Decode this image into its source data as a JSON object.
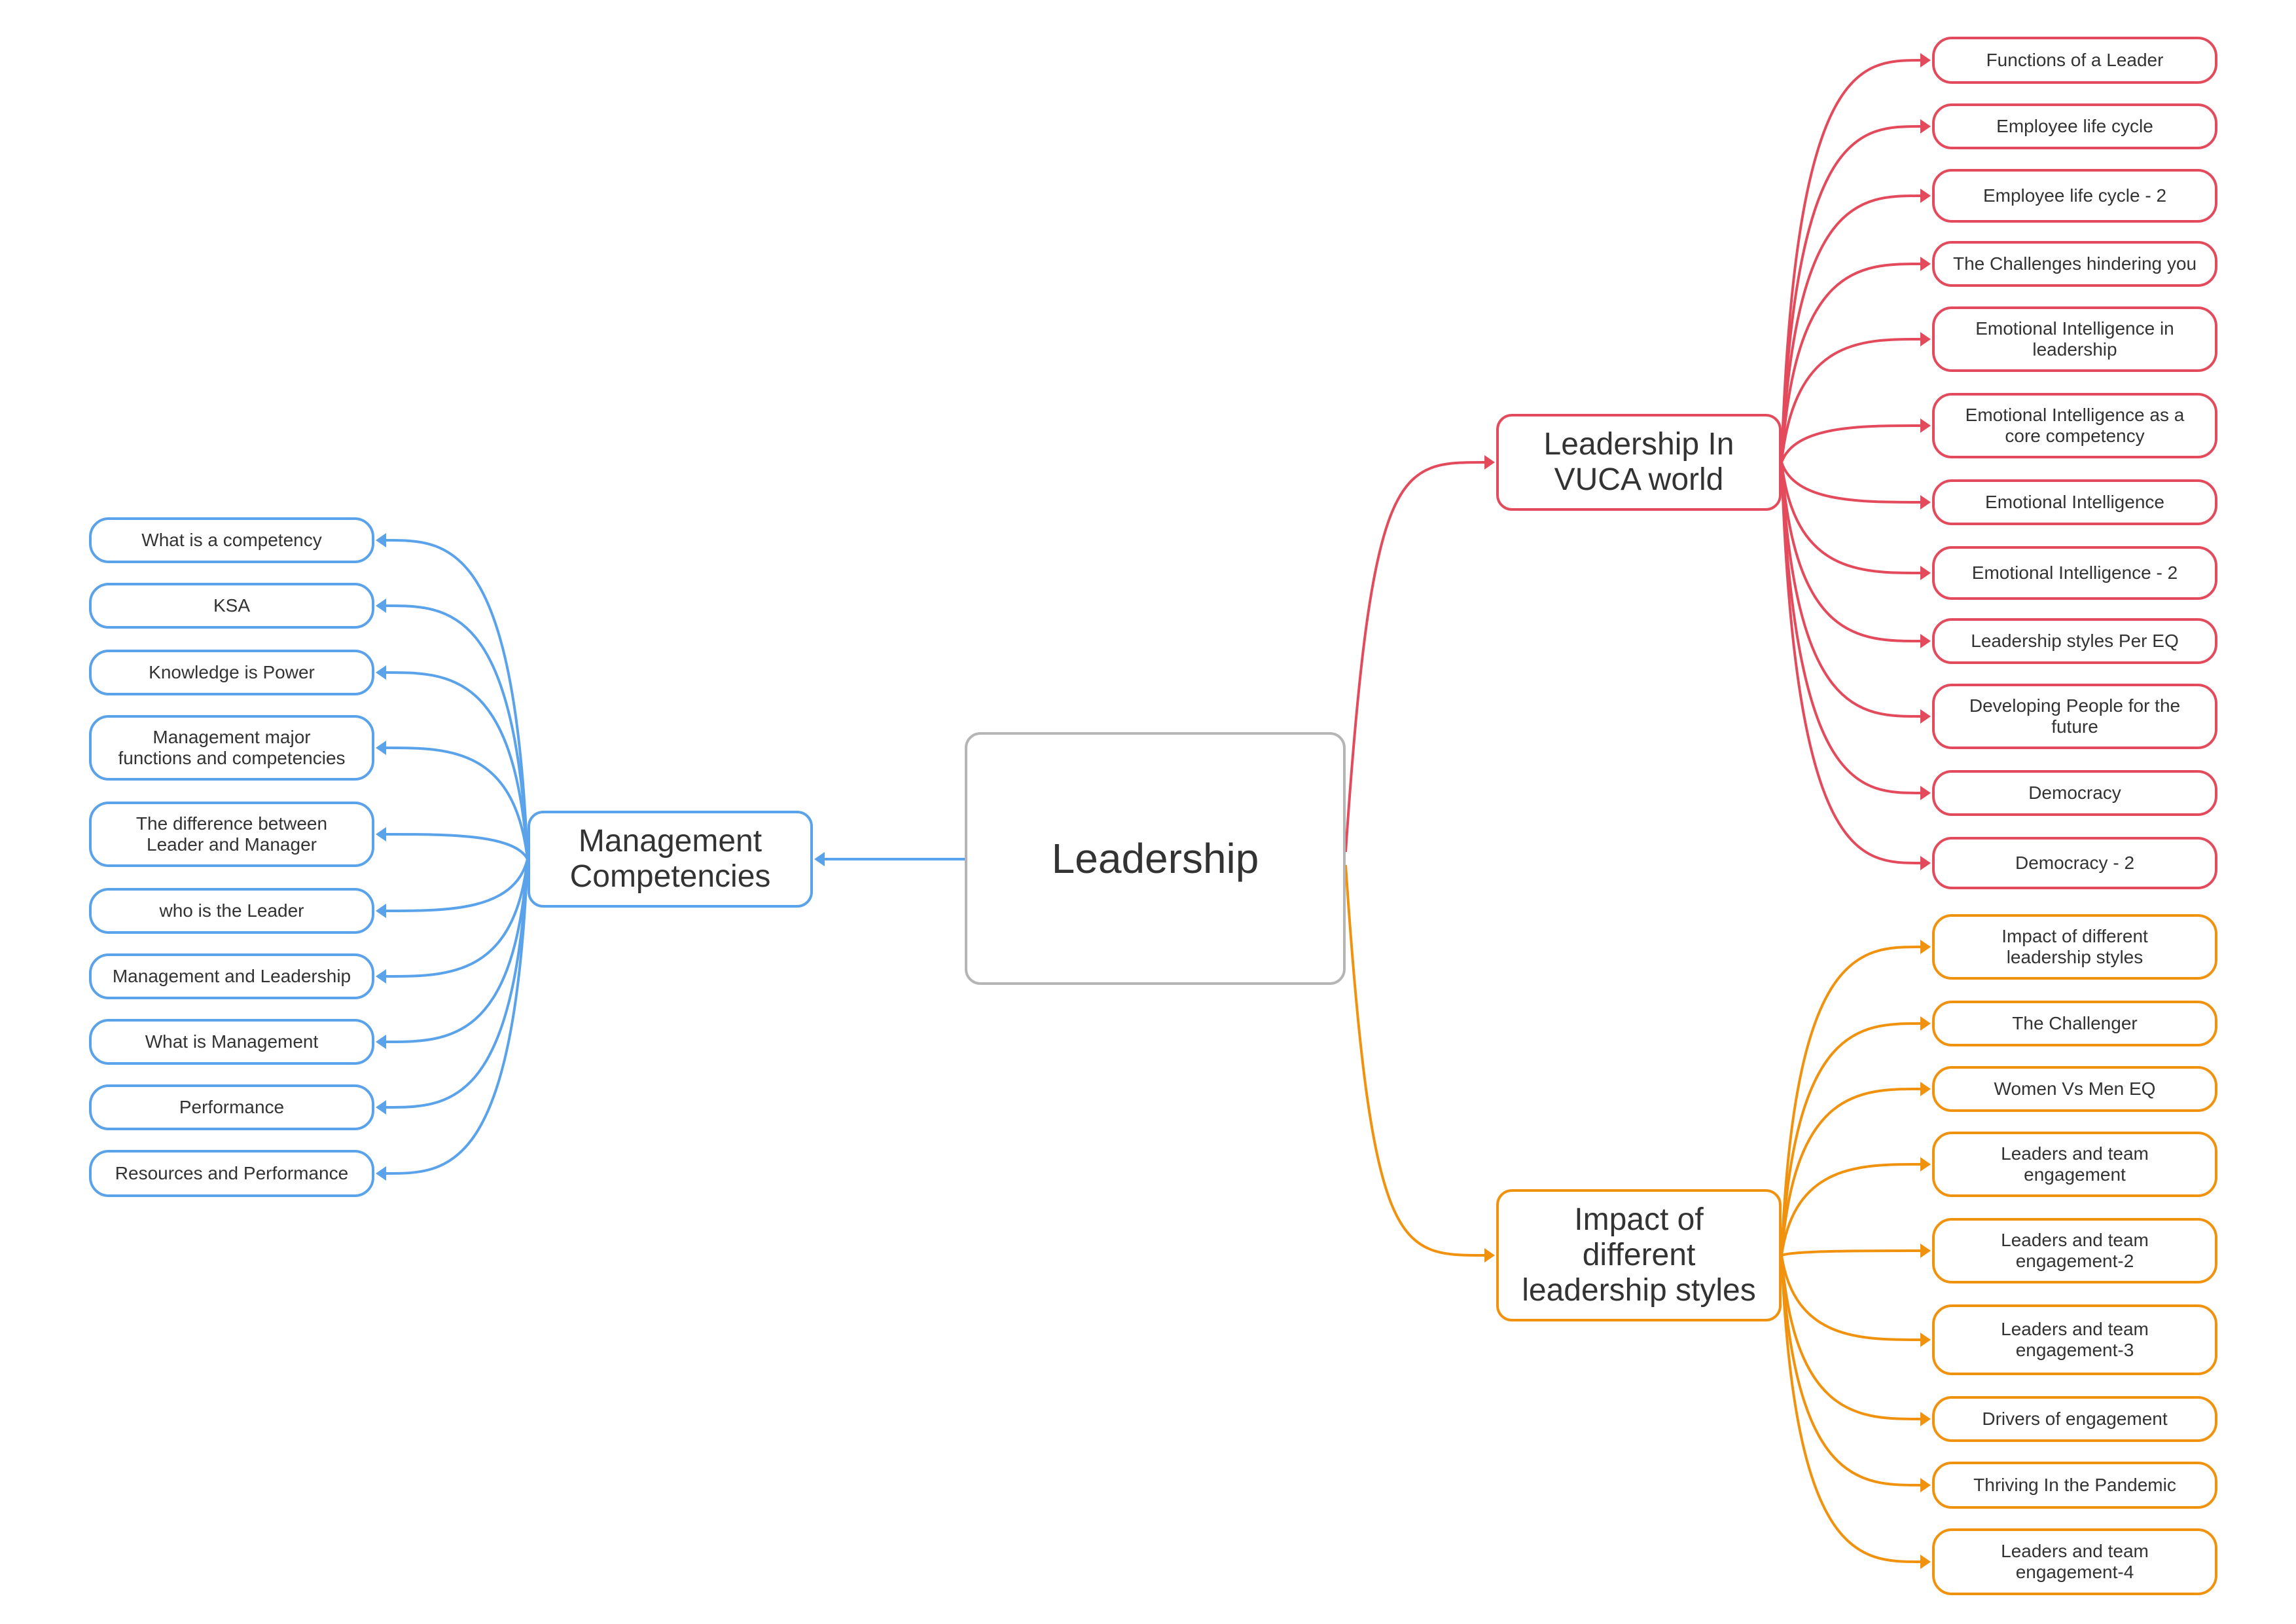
{
  "root": {
    "label": "Leadership"
  },
  "colors": {
    "management": "#5aa2ea",
    "vuca": "#e34b5c",
    "impact": "#f0920e",
    "root_border": "#b5b5b5"
  },
  "branches": [
    {
      "key": "management",
      "label": "Management\nCompetencies",
      "topics": [
        "What is a competency",
        "KSA",
        "Knowledge is Power",
        "Management major\nfunctions and competencies",
        "The difference between\nLeader and Manager",
        "who is the Leader",
        "Management and Leadership",
        "What is Management",
        "Performance",
        "Resources and Performance"
      ]
    },
    {
      "key": "vuca",
      "label": "Leadership In\nVUCA world",
      "topics": [
        "Functions of a Leader",
        "Employee life cycle",
        "Employee life cycle - 2",
        "The Challenges hindering you",
        "Emotional Intelligence in\nleadership",
        "Emotional Intelligence as a\ncore competency",
        "Emotional Intelligence",
        "Emotional Intelligence  - 2",
        "Leadership styles Per EQ",
        "Developing People for the\nfuture",
        "Democracy",
        "Democracy  - 2"
      ]
    },
    {
      "key": "impact",
      "label": "Impact of\ndifferent\nleadership styles",
      "topics": [
        "Impact of different\nleadership styles",
        "The Challenger",
        "Women Vs Men EQ",
        "Leaders and team\nengagement",
        "Leaders and team\nengagement-2",
        "Leaders and team\nengagement-3",
        "Drivers of engagement",
        "Thriving In the Pandemic",
        "Leaders and team\nengagement-4"
      ]
    }
  ]
}
